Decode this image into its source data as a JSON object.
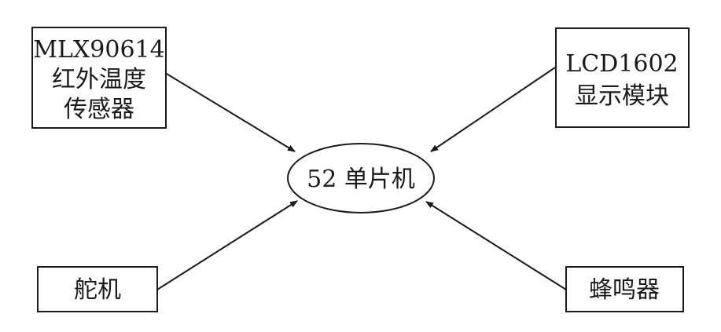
{
  "nodes": {
    "sensor": {
      "lines": [
        "MLX90614",
        "红外温度",
        "传感器"
      ]
    },
    "lcd": {
      "lines": [
        "LCD1602",
        "显示模块"
      ]
    },
    "mcu": {
      "label": "52 单片机"
    },
    "servo": {
      "label": "舵机"
    },
    "buzzer": {
      "label": "蜂鸣器"
    }
  },
  "edges": [
    {
      "from": "sensor",
      "to": "mcu"
    },
    {
      "from": "lcd",
      "to": "mcu"
    },
    {
      "from": "servo",
      "to": "mcu"
    },
    {
      "from": "buzzer",
      "to": "mcu"
    }
  ],
  "colors": {
    "stroke": "#1a1a1a",
    "background": "#ffffff"
  }
}
